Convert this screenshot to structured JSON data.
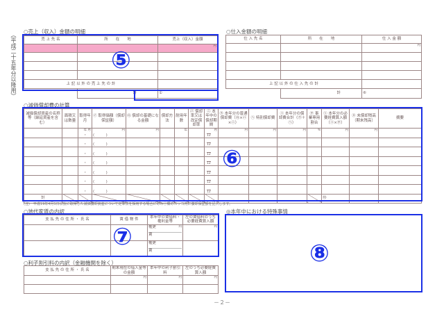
{
  "side_label": "（平成二十五年分以降用）",
  "sales": {
    "title": "○売上（収入）金額の明細",
    "headers": [
      "売 上 先 名",
      "所　　在　　地",
      "売上（収入）金額"
    ],
    "yen": "円",
    "other_label": "上 記 以 外 の 売 上 先 の 計",
    "total_label": "計",
    "total_mark": "①",
    "annotation": "⑤"
  },
  "purchases": {
    "title": "○仕入金額の明細",
    "headers": [
      "仕 入 先 名",
      "所　　在　　地",
      "仕 入 金 額"
    ],
    "yen": "円",
    "other_label": "上 記 以 外 の 仕 入 先 の 計",
    "total_label": "計",
    "total_mark": "⑥"
  },
  "depreciation": {
    "title": "○減価償却費の計算",
    "headers": [
      "減価償却資産の名称等（繰延資産を含む）",
      "面積又は数量",
      "取得年月",
      "㋑ 取得価額（償却保証額）",
      "㋺ 償却の基礎になる金額",
      "償却方法",
      "耐用年数",
      "㋩ 償却率又は改定償却率",
      "㋥ 本年中の償却期間",
      "㋭ 本年分の普通償却費（㋺×㋩×㋥）",
      "㋬ 特別償却費",
      "㋣ 本年分の償却費合計（㋭＋㋬）",
      "㋠ 事業専用割合",
      "㋷ 本年分の必要経費算入額（㋣×㋠）",
      "㋦ 未償却残高（期末残高）",
      "摘要"
    ],
    "units": {
      "year_month": "年 月",
      "yen": "円",
      "year": "年",
      "month": "月",
      "percent": "%",
      "twelve": "12"
    },
    "total_label": "計",
    "total_mark": "⑱",
    "footnote": "(注)　平成19年4月1日以後に取得した減価償却資産について定率法を採用する場合にのみ㋑欄のカッコ内に償却保証額を記入します。",
    "annotation": "⑥"
  },
  "rent": {
    "title": "○地代家賃の内訳",
    "headers": [
      "支 払 先 の 住 所 ・ 氏 名",
      "賃 借 物 件",
      "本年中の賃借料・権利金等",
      "左の賃借料のうち必要経費算入額"
    ],
    "sub_labels": [
      "権更",
      "賃"
    ],
    "yen": "円",
    "annotation": "⑦"
  },
  "interest": {
    "title": "○利子割引料の内訳（金融機関を除く）",
    "headers": [
      "支 払 先 の 住 所 ・ 氏 名",
      "期末現在の借入金等の金額",
      "本年中の利子割引料",
      "左のうち必要経費算入額"
    ],
    "yen": "円"
  },
  "special": {
    "title": "◎本年中における特殊事情",
    "annotation": "⑧"
  },
  "page_number": "－２－"
}
